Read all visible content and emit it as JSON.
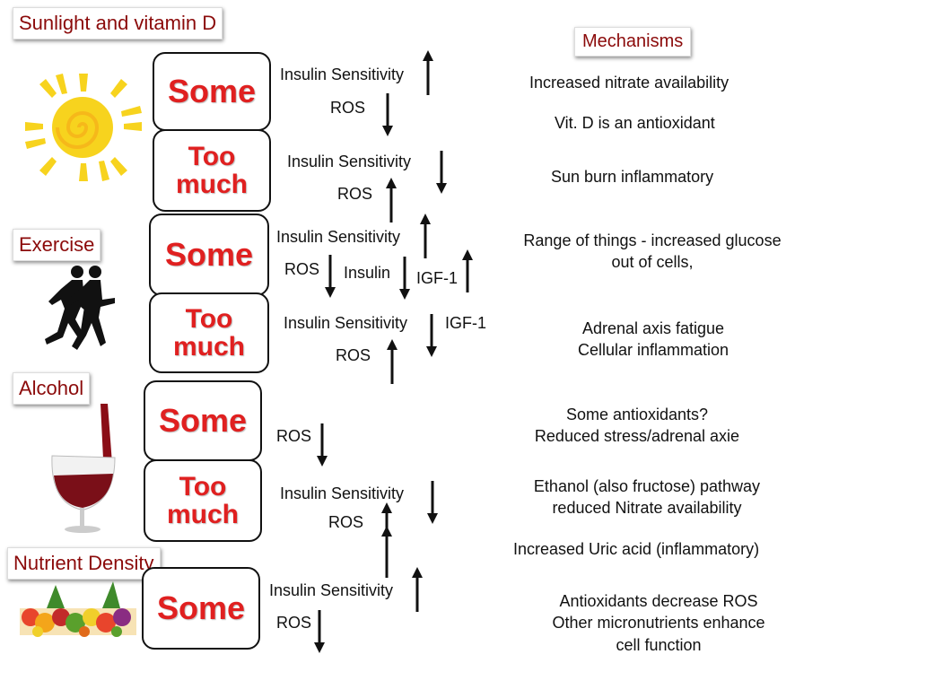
{
  "categories": {
    "sunlight": "Sunlight and vitamin D",
    "exercise": "Exercise",
    "alcohol": "Alcohol",
    "nutrient": "Nutrient Density"
  },
  "mechanisms_title": "Mechanisms",
  "dose_labels": {
    "some": "Some",
    "too_much_line1": "Too",
    "too_much_line2": "much"
  },
  "effects": {
    "insulin_sensitivity": "Insulin Sensitivity",
    "ros": "ROS",
    "insulin": "Insulin",
    "igf1": "IGF-1"
  },
  "mechanisms": {
    "sun_some_1": "Increased nitrate availability",
    "sun_some_2": "Vit. D is an antioxidant",
    "sun_much": "Sun burn inflammatory",
    "ex_some_1": "Range of things - increased glucose",
    "ex_some_2": "out of cells,",
    "ex_much_1": "Adrenal axis fatigue",
    "ex_much_2": "Cellular inflammation",
    "alc_some_1": "Some antioxidants?",
    "alc_some_2": "Reduced stress/adrenal axie",
    "alc_much_1": "Ethanol (also fructose) pathway",
    "alc_much_2": "reduced  Nitrate availability",
    "alc_much_3": "Increased Uric acid (inflammatory)",
    "nut_some_1": "Antioxidants decrease ROS",
    "nut_some_2": "Other micronutrients enhance",
    "nut_some_3": "cell function"
  },
  "icons": [
    "sun-icon",
    "runners-icon",
    "wine-glass-icon",
    "fruits-vegetables-icon"
  ],
  "colors": {
    "category_text": "#8b0a0a",
    "dose_text": "#e02020"
  }
}
